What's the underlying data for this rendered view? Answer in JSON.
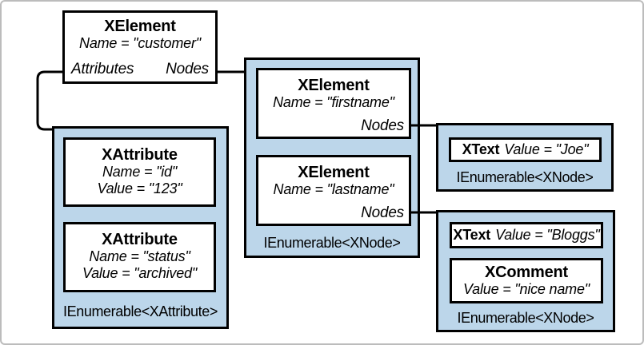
{
  "diagram": {
    "root_element": {
      "title": "XElement",
      "name": "Name = \"customer\"",
      "attributes_label": "Attributes",
      "nodes_label": "Nodes"
    },
    "attributes_collection": {
      "caption": "IEnumerable<XAttribute>",
      "items": [
        {
          "title": "XAttribute",
          "lines": [
            "Name = \"id\"",
            "Value = \"123\""
          ]
        },
        {
          "title": "XAttribute",
          "lines": [
            "Name = \"status\"",
            "Value = \"archived\""
          ]
        }
      ]
    },
    "nodes_collection": {
      "caption": "IEnumerable<XNode>",
      "items": [
        {
          "title": "XElement",
          "name": "Name = \"firstname\"",
          "nodes_label": "Nodes"
        },
        {
          "title": "XElement",
          "name": "Name = \"lastname\"",
          "nodes_label": "Nodes"
        }
      ]
    },
    "firstname_nodes_collection": {
      "caption": "IEnumerable<XNode>",
      "items": [
        {
          "title": "XText",
          "value": "Value = \"Joe\""
        }
      ]
    },
    "lastname_nodes_collection": {
      "caption": "IEnumerable<XNode>",
      "items": [
        {
          "title": "XText",
          "value": "Value = \"Bloggs\""
        },
        {
          "title": "XComment",
          "value": "Value = \"nice name\""
        }
      ]
    },
    "colors": {
      "collection_fill": "#bcd6ea",
      "node_fill": "#ffffff",
      "line": "#000000",
      "frame": "#bcbcbc"
    }
  }
}
